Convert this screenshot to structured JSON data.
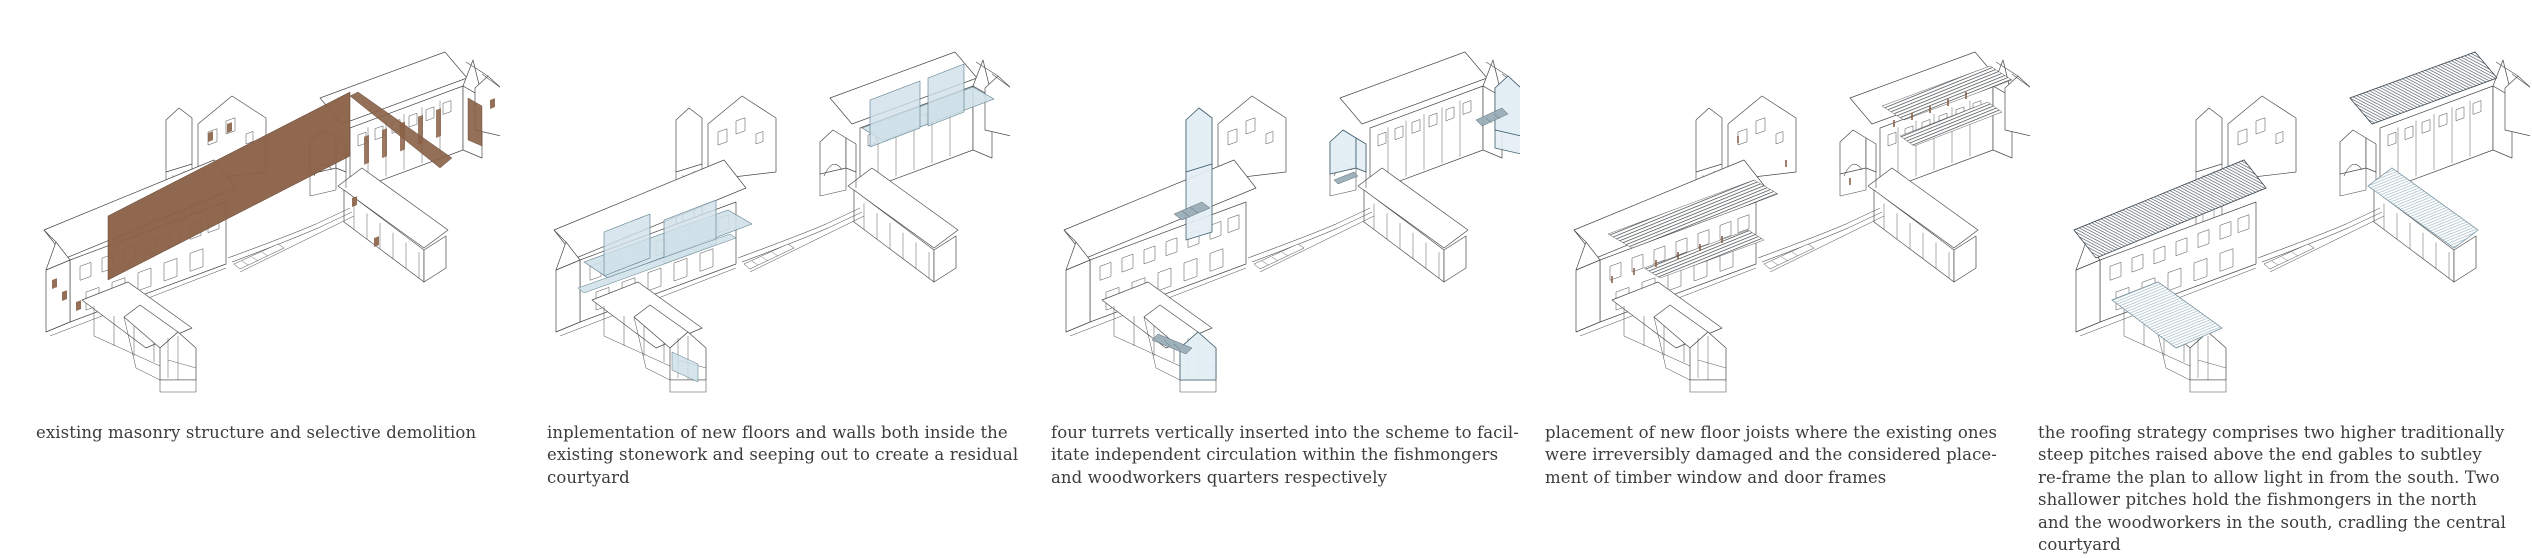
{
  "page": {
    "background": "#ffffff",
    "text_color": "#3c3c3c",
    "line_color": "#4a4a4a"
  },
  "palette": {
    "masonry_brown": "#8a6046",
    "masonry_brown_edge": "#5e4130",
    "new_work_blue": "#cfe0e8",
    "new_work_blue_edge": "#587a89",
    "turret_blue": "#e3eef4",
    "turret_blue_edge": "#41606f",
    "stair_grey": "#9aadb7",
    "joist_dark": "#30353a",
    "frame_brown": "#8a6046",
    "roof_steep_slate": "#4d5a63",
    "roof_shallow_blue": "#9cb6c3"
  },
  "panels": [
    {
      "id": "existing-masonry",
      "highlight": "masonry",
      "highlight_color": "#8a6046",
      "caption": "existing masonry structure and selective demolition"
    },
    {
      "id": "new-floors-walls",
      "highlight": "floors",
      "highlight_color": "#cfe0e8",
      "caption": "inplementation of new floors and walls both inside the\nexisting stonework and seeping out to create a residual\ncourtyard"
    },
    {
      "id": "four-turrets",
      "highlight": "turrets",
      "highlight_color": "#e3eef4",
      "caption": "four turrets vertically inserted into the scheme to facil-\nitate independent circulation within the fishmongers\nand woodworkers quarters respectively"
    },
    {
      "id": "floor-joists",
      "highlight": "joists",
      "highlight_color": "#30353a",
      "caption": "placement of new floor joists where the existing ones\nwere irreversibly damaged and the considered place-\nment of timber window and door frames"
    },
    {
      "id": "roofing-strategy",
      "highlight": "roofs",
      "highlight_color": "#4d5a63",
      "secondary_highlight_color": "#9cb6c3",
      "caption": "the roofing strategy comprises two higher traditionally\nsteep pitches raised above the end gables to subtley\nre-frame the plan to allow light in from the south. Two\nshallower pitches hold the fishmongers in the north\nand the woodworkers in the south, cradling the central\ncourtyard"
    }
  ]
}
